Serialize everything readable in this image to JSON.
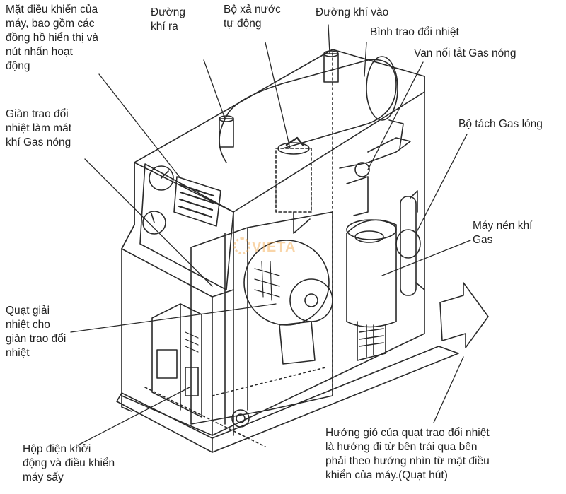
{
  "labels": {
    "control_panel": "Mặt điều khiển của\nmáy, bao gồm các\nđồng hồ hiển thị và\nnút nhấn hoạt\nđộng",
    "air_out": "Đường\nkhí ra",
    "auto_drain": "Bộ xả nước\ntự động",
    "air_in": "Đường khí vào",
    "heat_exchanger_tank": "Bình trao đổi nhiệt",
    "hot_gas_bypass_valve": "Van nối tắt Gas nóng",
    "hot_gas_condenser": "Giàn trao đổi\nnhiệt làm mát\nkhí Gas nóng",
    "liquid_separator": "Bộ tách Gas lỏng",
    "compressor": "Máy nén khí\nGas",
    "cooling_fan": "Quạt giải\nnhiệt cho\ngiàn trao đổi\nnhiệt",
    "electrical_box": "Hộp điện khởi\nđộng và điều khiển\nmáy sấy",
    "airflow_note": "Hướng gió của quạt trao đổi nhiệt\nlà hướng đi từ bên trái qua bên\nphải theo hướng nhìn từ mặt điều\nkhiển của máy.(Quạt hút)"
  },
  "watermark": "VIETA",
  "colors": {
    "line": "#2a2a2a",
    "text": "#222222",
    "watermark": "#f2a441"
  }
}
